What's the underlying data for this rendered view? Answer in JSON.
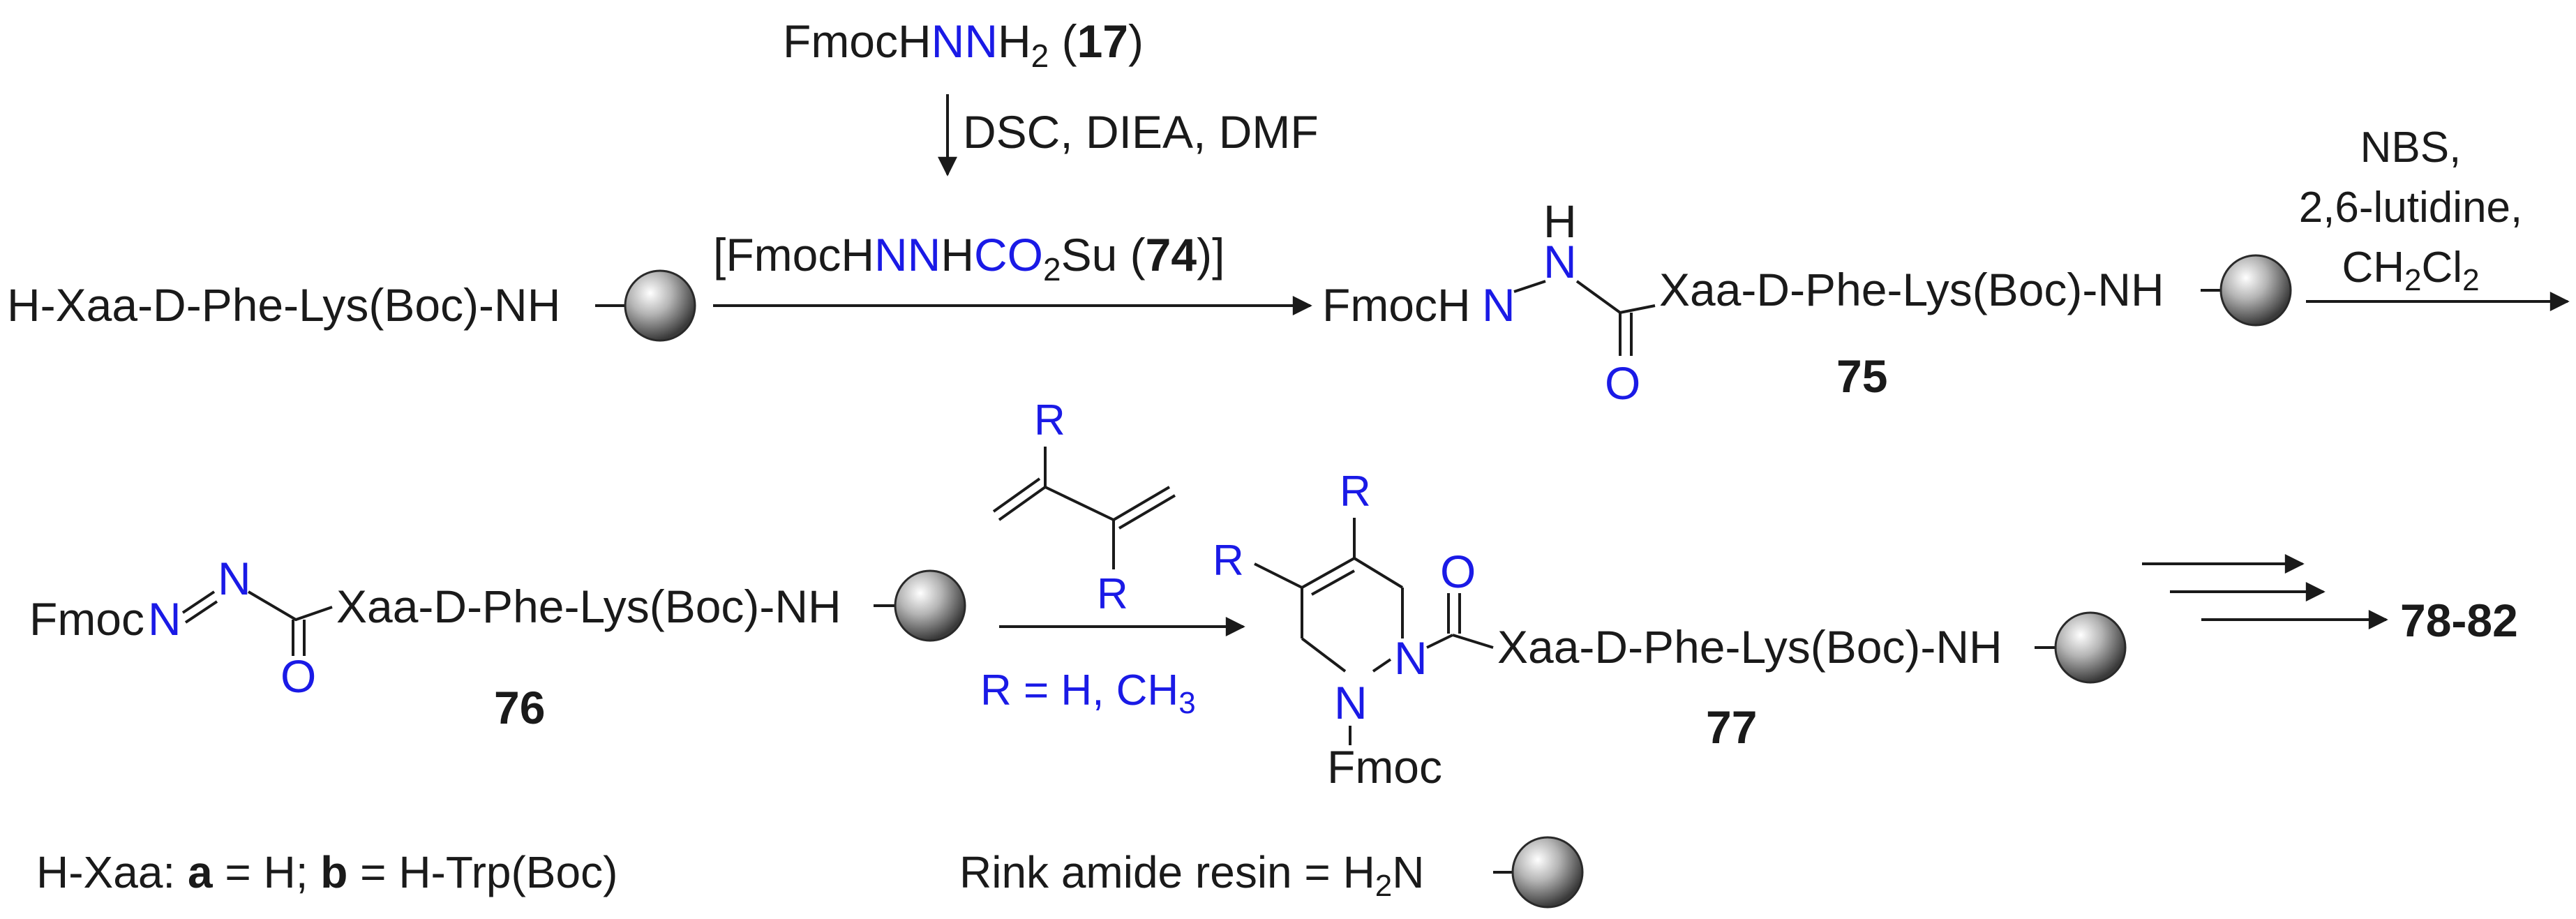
{
  "colors": {
    "black": "#1a1a1a",
    "blue": "#1a1ae6"
  },
  "icons": {
    "resin": "grey-sphere-icon"
  },
  "reagent_top": {
    "pre": "FmocH",
    "n": "NN",
    "h": "H",
    "sub": "2",
    "num": "17"
  },
  "step1_conditions": "DSC, DIEA, DMF",
  "step1_intermediate": {
    "bracket_open": "[",
    "pre": "FmocH",
    "n": "NN",
    "h": "H",
    "co": "CO",
    "sub": "2",
    "su": "Su",
    "num": "74",
    "bracket_close": ")]"
  },
  "start_material": "H-Xaa-D-Phe-Lys(Boc)-NH",
  "peptide_chain": "Xaa-D-Phe-Lys(Boc)-NH",
  "compound_75": {
    "fmoc": "FmocH",
    "n1": "N",
    "h": "H",
    "n2": "N",
    "o": "O",
    "label": "75"
  },
  "step2_conditions": {
    "line1": "NBS,",
    "line2": "2,6-lutidine,",
    "line3_pre": "CH",
    "sub1": "2",
    "line3_mid": "Cl",
    "sub2": "2"
  },
  "compound_76": {
    "fmoc": "Fmoc",
    "n1": "N",
    "n2": "N",
    "o": "O",
    "label": "76"
  },
  "diene": {
    "r1": "R",
    "r2": "R"
  },
  "r_definition": {
    "pre": "R = H, CH",
    "sub": "3"
  },
  "compound_77": {
    "r1": "R",
    "r2": "R",
    "n1": "N",
    "n2": "N",
    "o": "O",
    "fmoc": "Fmoc",
    "label": "77"
  },
  "final_products": "78-82",
  "footnote_xaa": {
    "pre": "H-Xaa: ",
    "a": "a",
    "mid": " = H; ",
    "b": "b",
    "post": " = H-Trp(Boc)"
  },
  "footnote_resin": {
    "pre": "Rink amide resin =  H",
    "sub": "2",
    "n": "N"
  }
}
